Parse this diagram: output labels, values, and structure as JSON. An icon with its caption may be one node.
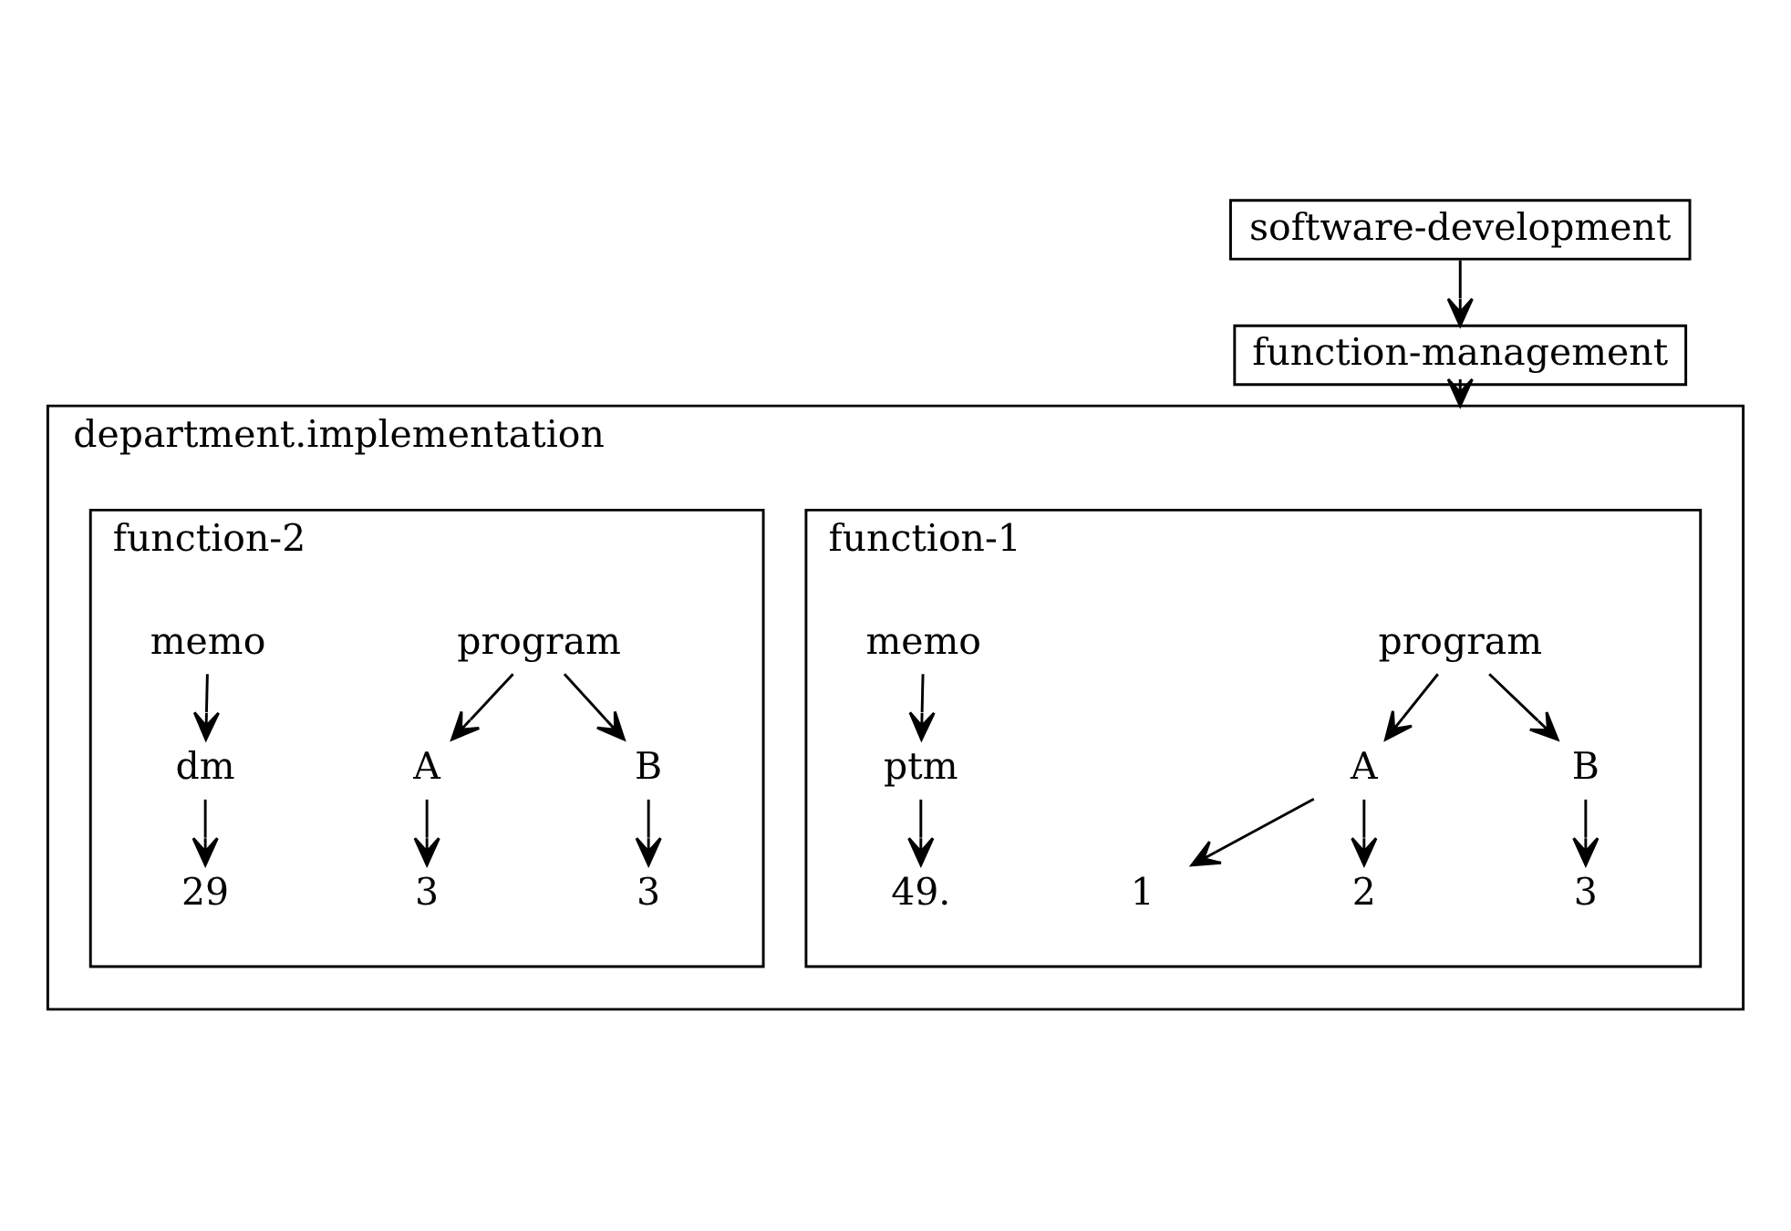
{
  "diagram": {
    "nodes": [
      {
        "text": [
          "software-development"
        ]
      },
      {
        "text": [
          "function-management"
        ]
      },
      {
        "text": [
          "department.implementation"
        ]
      },
      {
        "text": [
          "function-1"
        ],
        "in": 2
      },
      {
        "text": [
          "program"
        ],
        "in": 3
      },
      {
        "text": [
          "A"
        ],
        "in": 3
      },
      {
        "text": [
          "B"
        ],
        "in": 3
      },
      {
        "text": [
          "1"
        ],
        "in": 3
      },
      {
        "text": [
          "2"
        ],
        "in": 3
      },
      {
        "text": [
          "3"
        ],
        "in": 3
      },
      {
        "text": [
          "memo"
        ],
        "in": 3
      },
      {
        "text": [
          "ptm"
        ],
        "in": 3
      },
      {
        "text": [
          "49."
        ],
        "in": 3
      },
      {
        "text": [
          "function-2"
        ],
        "in": 2
      },
      {
        "text": [
          "program"
        ],
        "in": 13
      },
      {
        "text": [
          "A"
        ],
        "in": 13
      },
      {
        "text": [
          "B"
        ],
        "in": 13
      },
      {
        "text": [
          "3"
        ],
        "in": 13
      },
      {
        "text": [
          "3"
        ],
        "in": 13
      },
      {
        "text": [
          "memo"
        ],
        "in": 13
      },
      {
        "text": [
          "dm"
        ],
        "in": 13
      },
      {
        "text": [
          "29"
        ],
        "in": 13
      }
    ],
    "edges": [
      {
        "from": 0,
        "to": 1,
        "arrow": "to"
      },
      {
        "from": 1,
        "to": 2,
        "arrow": "to"
      },
      {
        "from": 4,
        "to": 5,
        "arrow": "to"
      },
      {
        "from": 4,
        "to": 6,
        "arrow": "to"
      },
      {
        "from": 5,
        "to": 7,
        "arrow": "to"
      },
      {
        "from": 5,
        "to": 8,
        "arrow": "to"
      },
      {
        "from": 6,
        "to": 9,
        "arrow": "to"
      },
      {
        "from": 10,
        "to": 11,
        "arrow": "to"
      },
      {
        "from": 11,
        "to": 12,
        "arrow": "to"
      },
      {
        "from": 14,
        "to": 15,
        "arrow": "to"
      },
      {
        "from": 14,
        "to": 16,
        "arrow": "to"
      },
      {
        "from": 15,
        "to": 17,
        "arrow": "to"
      },
      {
        "from": 16,
        "to": 18,
        "arrow": "to"
      },
      {
        "from": 19,
        "to": 20,
        "arrow": "to"
      },
      {
        "from": 20,
        "to": 21,
        "arrow": "to"
      }
    ]
  }
}
